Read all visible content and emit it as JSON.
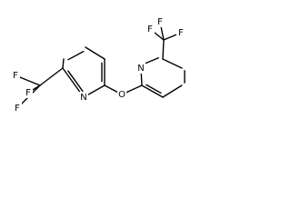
{
  "structure": {
    "atoms": [
      {
        "id": "F1",
        "element": "F",
        "label": "F"
      },
      {
        "id": "F2",
        "element": "F",
        "label": "F"
      },
      {
        "id": "F3",
        "element": "F",
        "label": "F"
      },
      {
        "id": "N1",
        "element": "N",
        "label": "N"
      },
      {
        "id": "O1",
        "element": "O",
        "label": "O"
      },
      {
        "id": "N2",
        "element": "N",
        "label": "N"
      },
      {
        "id": "F4",
        "element": "F",
        "label": "F"
      },
      {
        "id": "F5",
        "element": "F",
        "label": "F"
      },
      {
        "id": "F6",
        "element": "F",
        "label": "F"
      }
    ]
  }
}
